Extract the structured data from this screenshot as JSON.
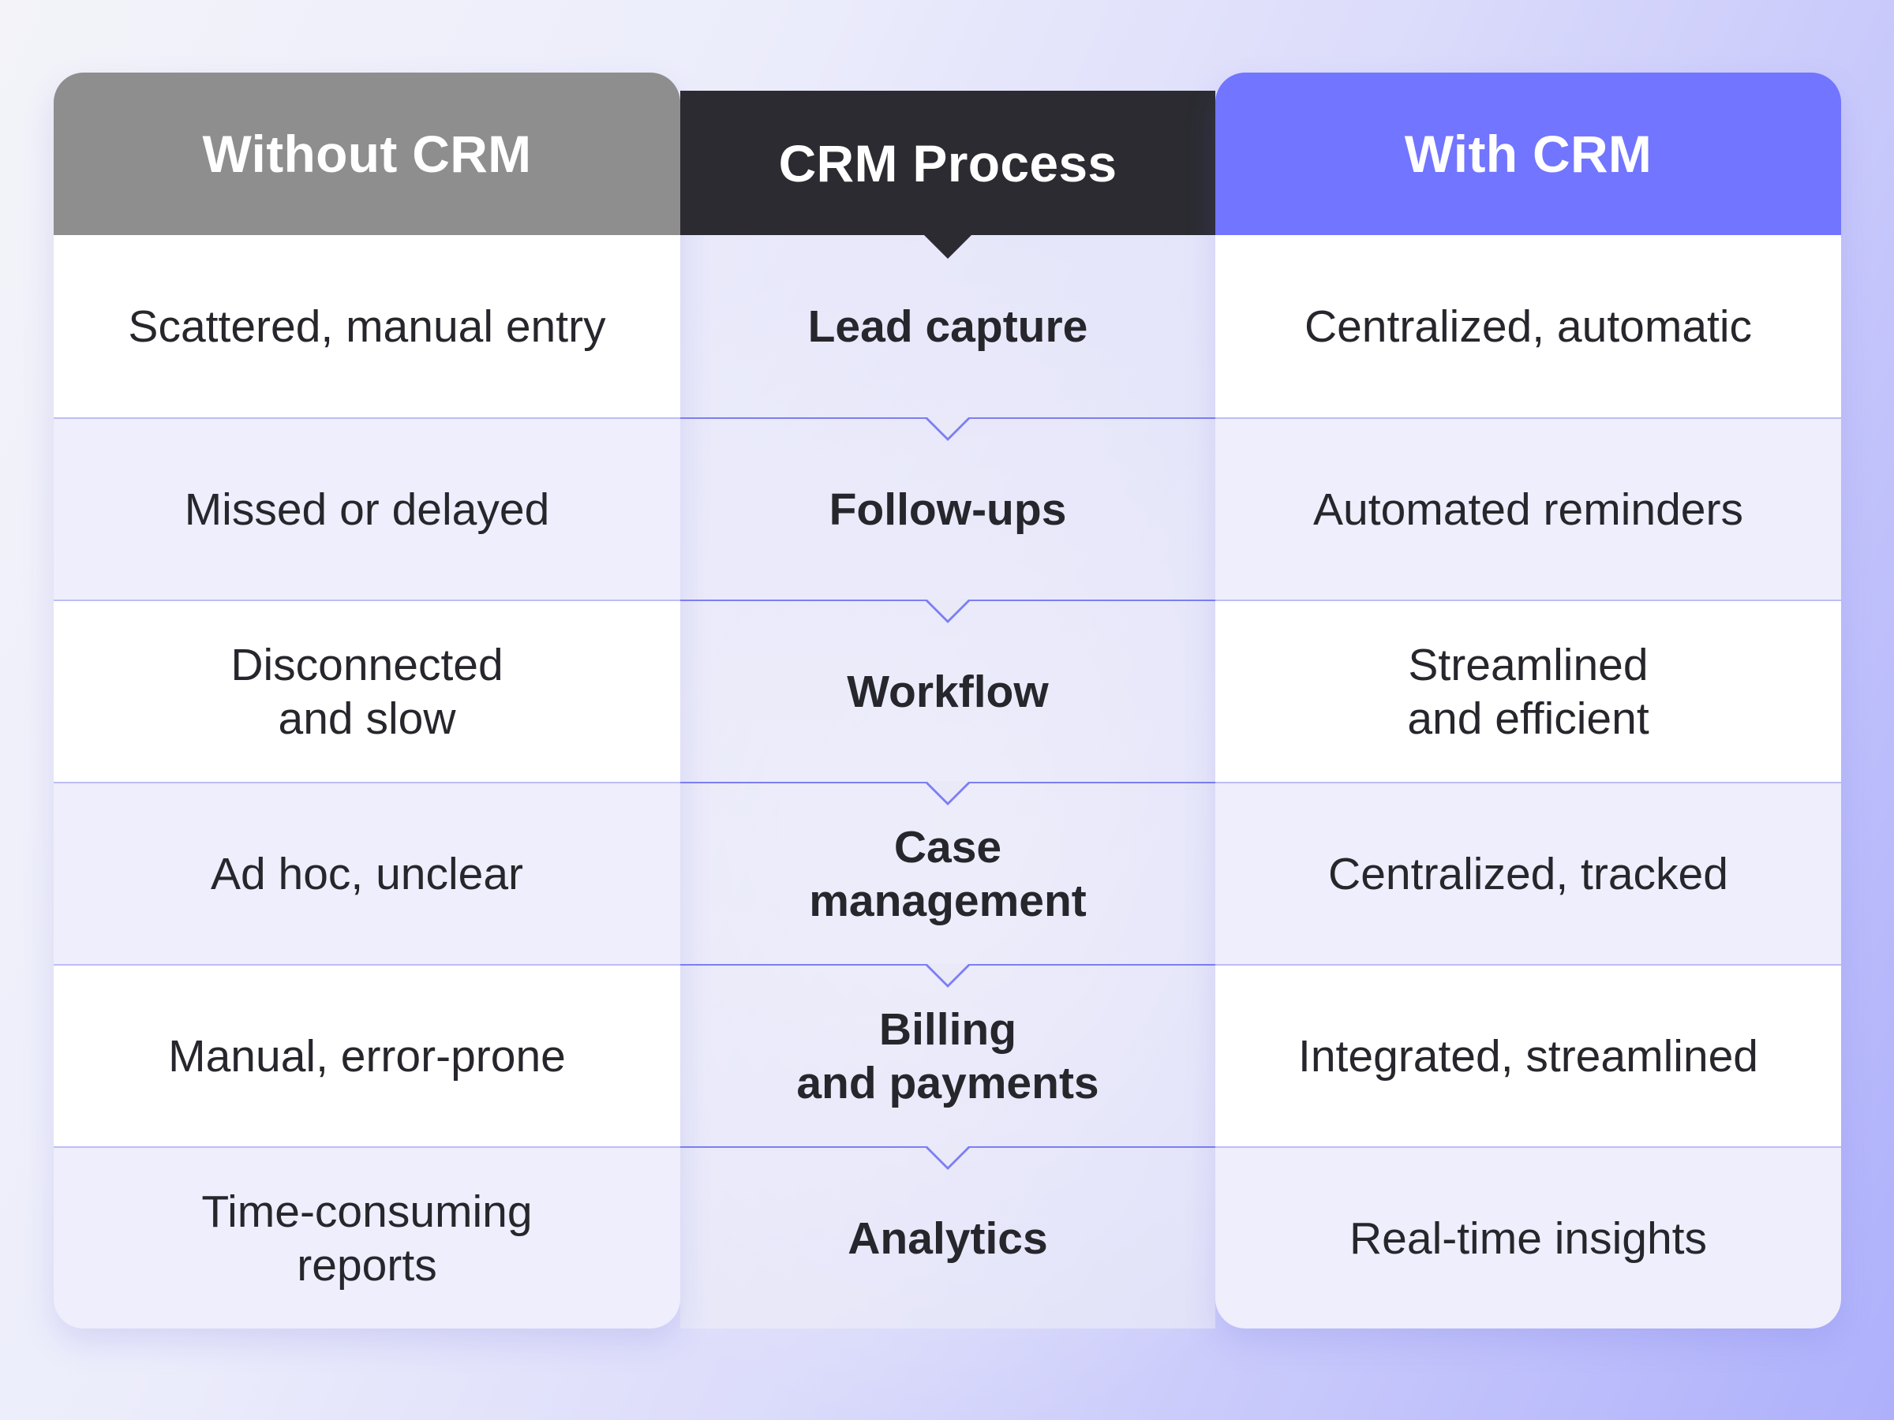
{
  "columns": {
    "without": {
      "title": "Without CRM",
      "rows": [
        "Scattered, manual entry",
        "Missed or delayed",
        "Disconnected\nand slow",
        "Ad hoc, unclear",
        "Manual, error-prone",
        "Time-consuming\nreports"
      ]
    },
    "process": {
      "title": "CRM Process",
      "rows": [
        "Lead capture",
        "Follow-ups",
        "Workflow",
        "Case\nmanagement",
        "Billing\nand payments",
        "Analytics"
      ]
    },
    "with": {
      "title": "With CRM",
      "rows": [
        "Centralized, automatic",
        "Automated reminders",
        "Streamlined\nand efficient",
        "Centralized, tracked",
        "Integrated, streamlined",
        "Real-time insights"
      ]
    }
  },
  "colors": {
    "without_header": "#8e8e8e",
    "process_header": "#2b2b31",
    "with_header": "#7275ff",
    "divider": "#7c7ef3"
  }
}
